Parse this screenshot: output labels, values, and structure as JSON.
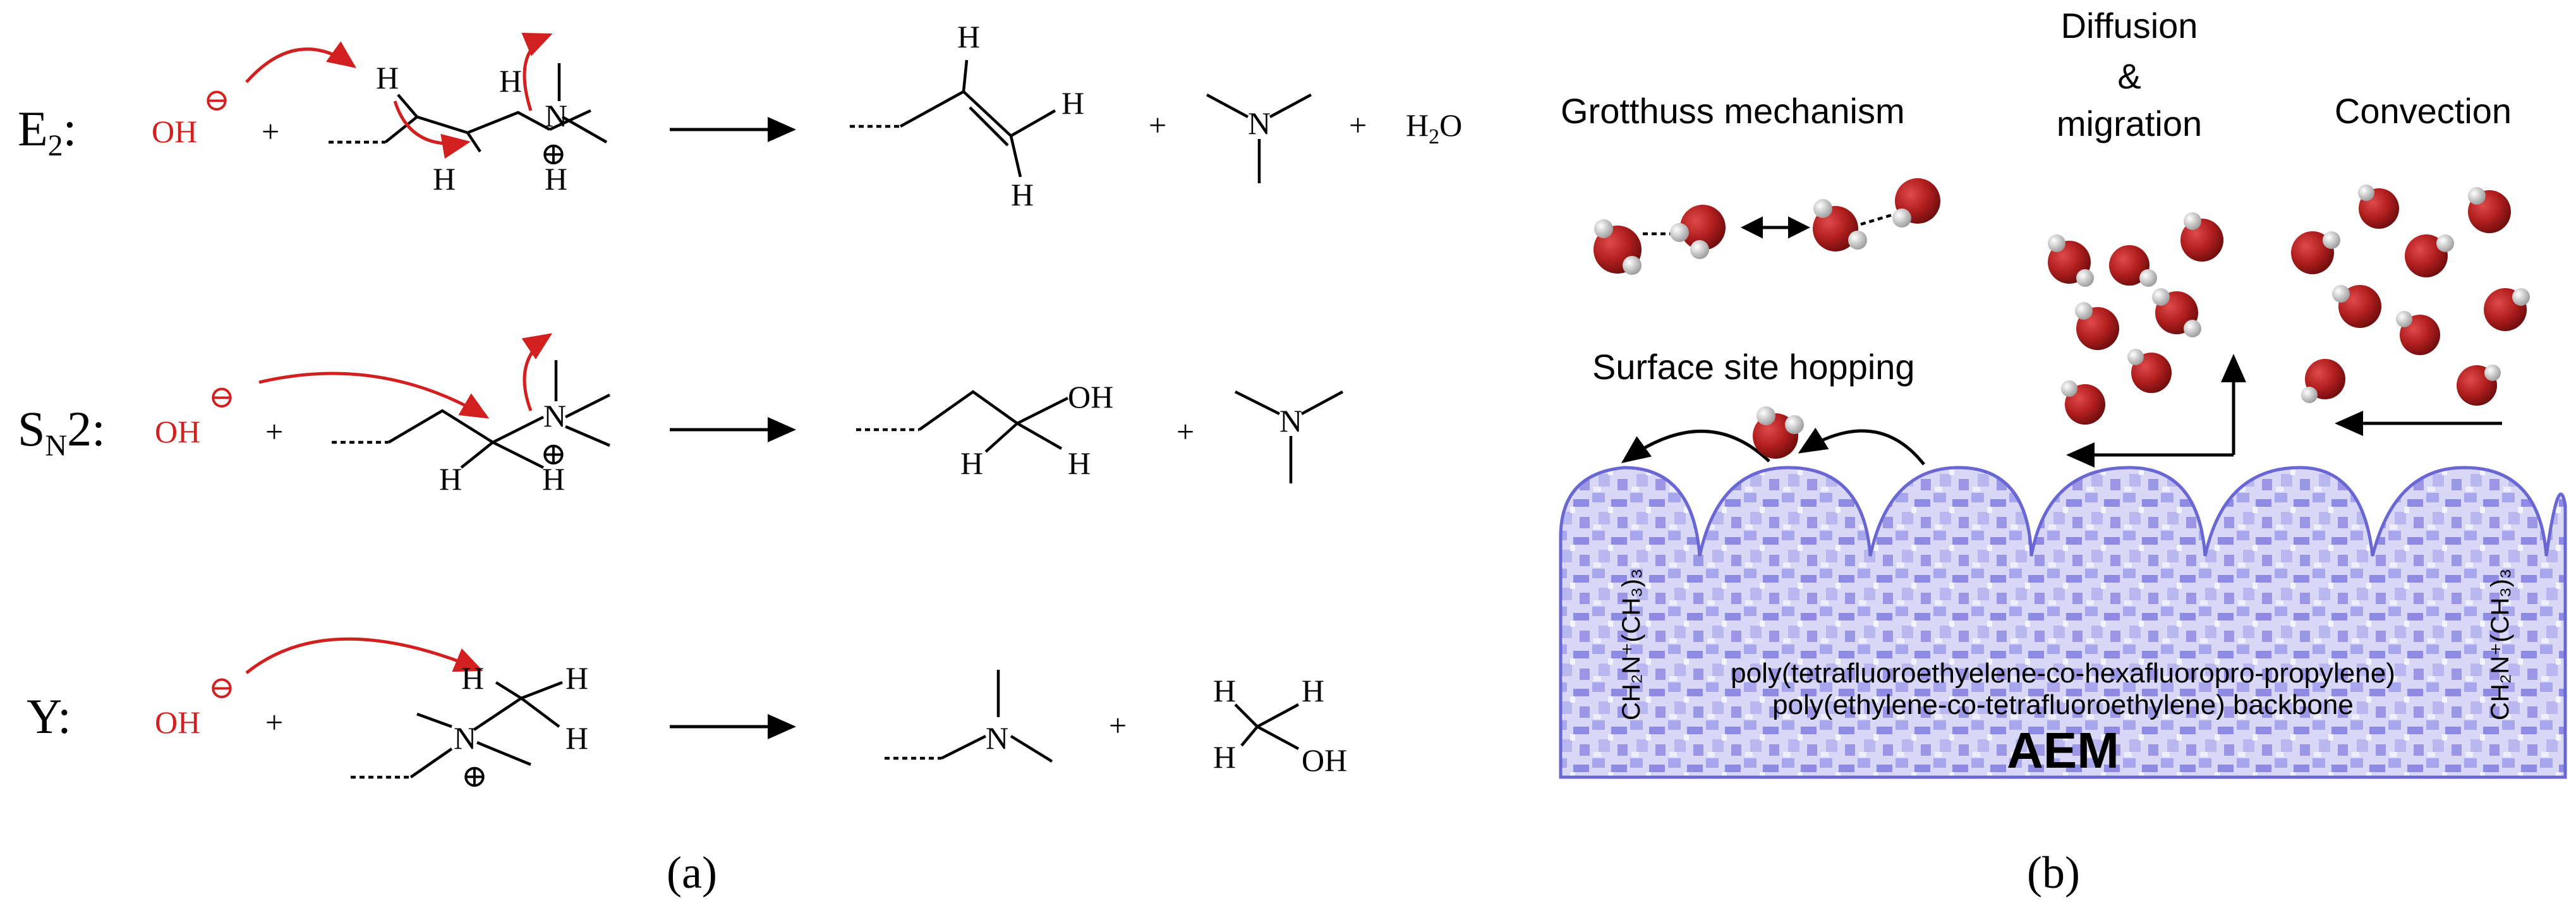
{
  "panel_a": {
    "caption": "(a)",
    "rows": [
      {
        "label": "E",
        "label_sub": "2",
        "label_suffix": ":",
        "reagent": "OH",
        "reagent_charge": "⊖",
        "plus": "+",
        "atoms_reactant": [
          "H",
          "H",
          "N",
          "⊕",
          "H",
          "H"
        ],
        "atoms_products": [
          "H",
          "H",
          "H",
          "N",
          "H",
          "2",
          "O"
        ],
        "plus_signs": [
          "+",
          "+"
        ]
      },
      {
        "label": "S",
        "label_sub": "N",
        "label_suffix": "2:",
        "reagent": "OH",
        "reagent_charge": "⊖",
        "plus": "+",
        "atoms_reactant": [
          "N",
          "⊕",
          "H",
          "H"
        ],
        "atoms_products": [
          "OH",
          "H",
          "H",
          "N"
        ],
        "plus_signs": [
          "+"
        ]
      },
      {
        "label": "Y",
        "label_sub": "",
        "label_suffix": ":",
        "reagent": "OH",
        "reagent_charge": "⊖",
        "plus": "+",
        "atoms_reactant": [
          "H",
          "H",
          "H",
          "N",
          "⊕"
        ],
        "atoms_products": [
          "N",
          "H",
          "H",
          "OH"
        ],
        "plus_signs": [
          "+"
        ]
      }
    ]
  },
  "panel_b": {
    "caption": "(b)",
    "mechanisms": {
      "grotthuss": "Grotthuss mechanism",
      "diffusion_line1": "Diffusion",
      "diffusion_line2": "&",
      "diffusion_line3": "migration",
      "convection": "Convection",
      "surface_hopping": "Surface site hopping"
    },
    "group_label": "CH₂N⁺(CH₃)₃",
    "backbone_line1": "poly(tetrafluoroethyelene-co-hexafluoropro-propylene)",
    "backbone_line2": "poly(ethylene-co-tetrafluoroethylene) backbone",
    "membrane_label": "AEM",
    "colors": {
      "membrane_fill": "#a8a6ec",
      "membrane_stroke": "#6a66d4",
      "oxygen": "#b01e1e",
      "hydrogen": "#e8e8e8",
      "red_arrow": "#d21f1f"
    }
  }
}
